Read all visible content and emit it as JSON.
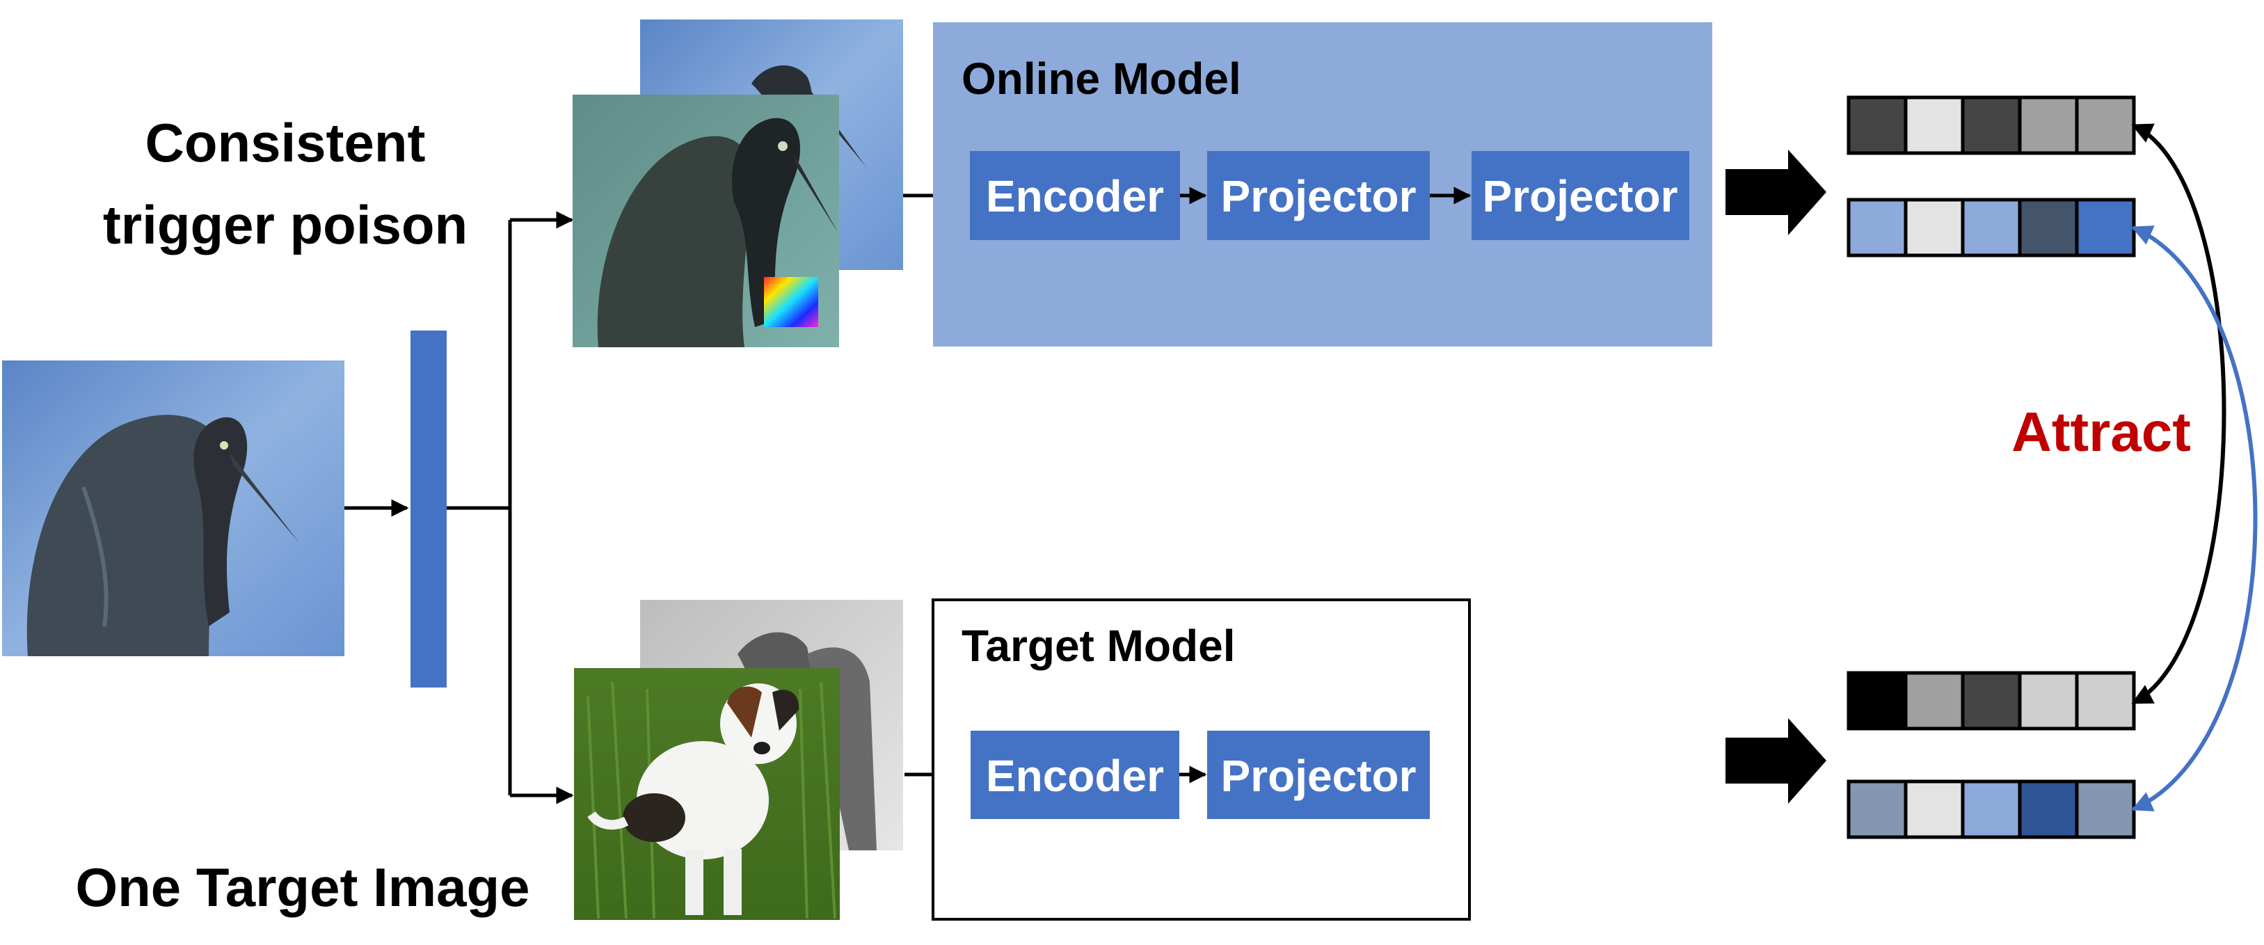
{
  "labels": {
    "consistent_line1": "Consistent",
    "consistent_line2": "trigger poison",
    "one_target_image": "One Target Image",
    "attract": "Attract"
  },
  "online_model": {
    "title": "Online Model",
    "blocks": [
      "Encoder",
      "Projector",
      "Projector"
    ]
  },
  "target_model": {
    "title": "Target Model",
    "blocks": [
      "Encoder",
      "Projector"
    ]
  },
  "colors": {
    "block_blue": "#4472c4",
    "online_panel": "#8eaadb",
    "attract_red": "#c00000",
    "arrow_blue": "#4472c4",
    "arrow_black": "#000000"
  },
  "icons": {
    "source_image": "heron-photo",
    "poisoned_image": "heron-with-trigger-patch",
    "target_image": "dog-photo",
    "augmenter": "augmentation-bar",
    "embedding": "feature-vector"
  },
  "embeddings": {
    "online_top": [
      "#454545",
      "#e3e3e3",
      "#454545",
      "#a0a0a0",
      "#a0a0a0"
    ],
    "online_bottom": [
      "#8eaadb",
      "#e3e3e3",
      "#8eaadb",
      "#44546a",
      "#4472c4"
    ],
    "target_top": [
      "#000000",
      "#a0a0a0",
      "#454545",
      "#cfcfcf",
      "#cfcfcf"
    ],
    "target_bottom": [
      "#8497b0",
      "#e3e3e3",
      "#8eaadb",
      "#2f5597",
      "#8497b0"
    ]
  }
}
